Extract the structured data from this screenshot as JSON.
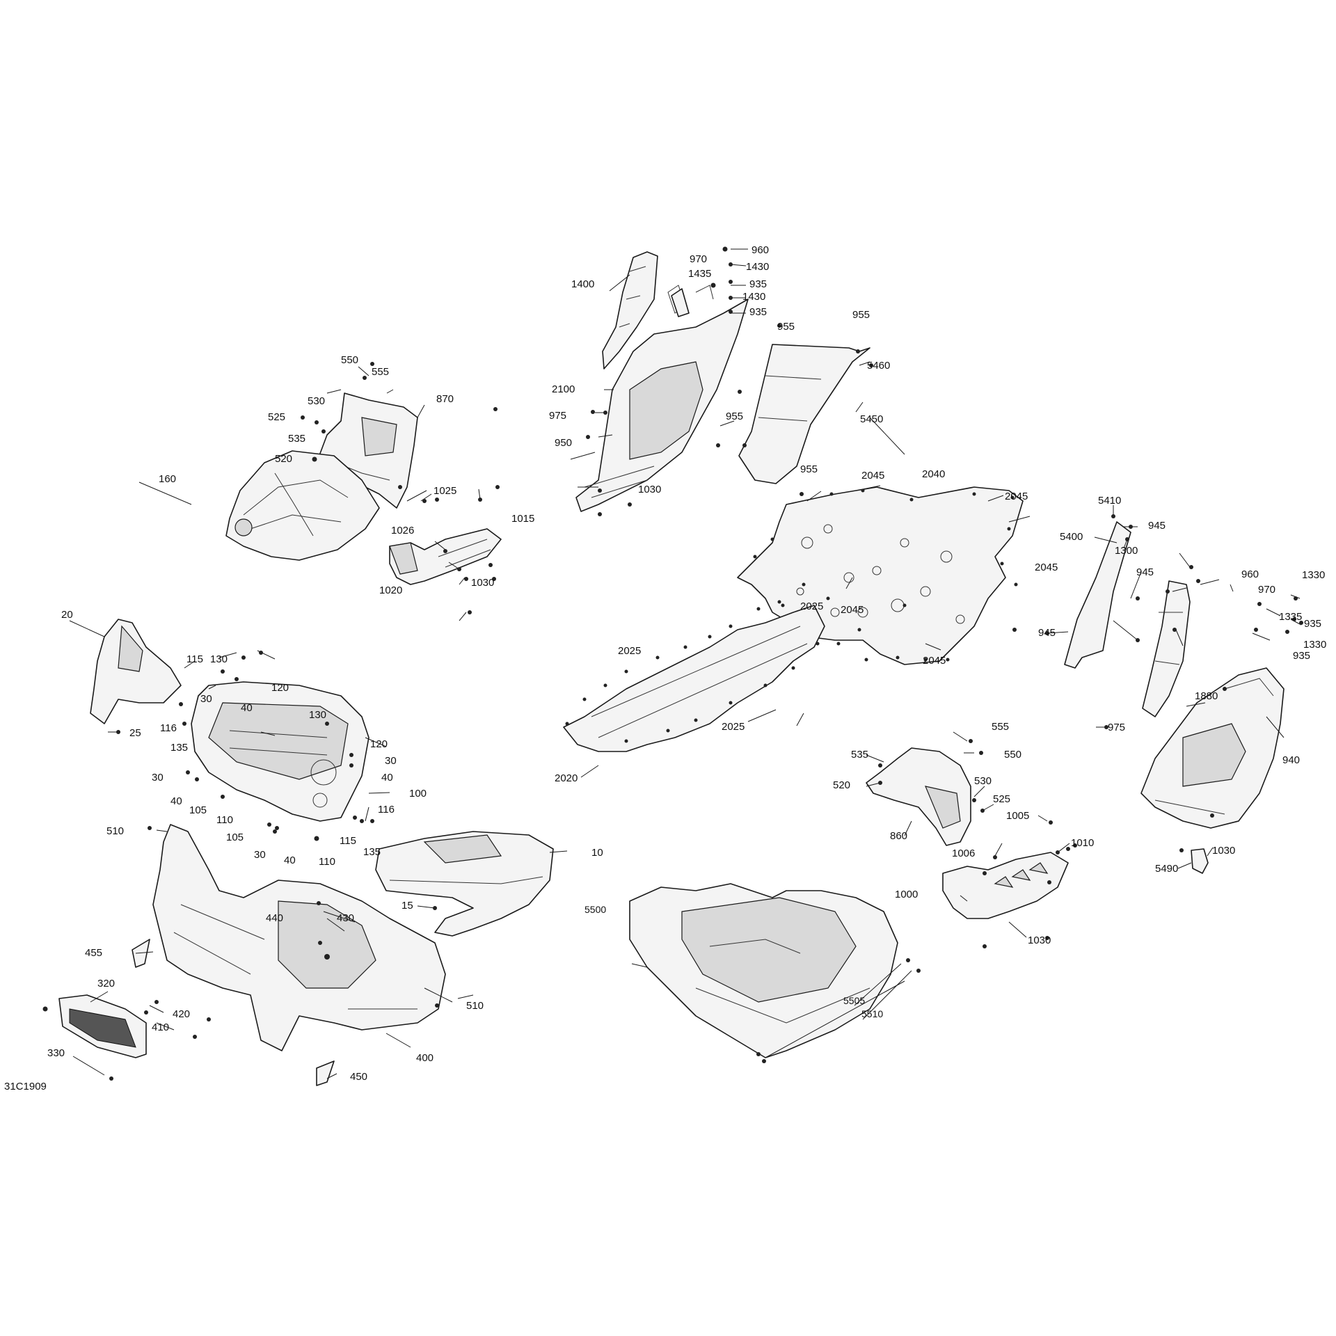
{
  "reference_code": "31C1909",
  "callouts": [
    {
      "key": "c10",
      "label": "10"
    },
    {
      "key": "c15",
      "label": "15"
    },
    {
      "key": "c20",
      "label": "20"
    },
    {
      "key": "c25",
      "label": "25"
    },
    {
      "key": "c30a",
      "label": "30"
    },
    {
      "key": "c30b",
      "label": "30"
    },
    {
      "key": "c30c",
      "label": "30"
    },
    {
      "key": "c30d",
      "label": "30"
    },
    {
      "key": "c40a",
      "label": "40"
    },
    {
      "key": "c40b",
      "label": "40"
    },
    {
      "key": "c40c",
      "label": "40"
    },
    {
      "key": "c40d",
      "label": "40"
    },
    {
      "key": "c100",
      "label": "100"
    },
    {
      "key": "c105a",
      "label": "105"
    },
    {
      "key": "c105b",
      "label": "105"
    },
    {
      "key": "c110a",
      "label": "110"
    },
    {
      "key": "c110b",
      "label": "110"
    },
    {
      "key": "c115a",
      "label": "115"
    },
    {
      "key": "c115b",
      "label": "115"
    },
    {
      "key": "c116a",
      "label": "116"
    },
    {
      "key": "c116b",
      "label": "116"
    },
    {
      "key": "c120a",
      "label": "120"
    },
    {
      "key": "c120b",
      "label": "120"
    },
    {
      "key": "c130a",
      "label": "130"
    },
    {
      "key": "c130b",
      "label": "130"
    },
    {
      "key": "c135a",
      "label": "135"
    },
    {
      "key": "c135b",
      "label": "135"
    },
    {
      "key": "c160",
      "label": "160"
    },
    {
      "key": "c320",
      "label": "320"
    },
    {
      "key": "c330",
      "label": "330"
    },
    {
      "key": "c400",
      "label": "400"
    },
    {
      "key": "c410",
      "label": "410"
    },
    {
      "key": "c420",
      "label": "420"
    },
    {
      "key": "c430",
      "label": "430"
    },
    {
      "key": "c440",
      "label": "440"
    },
    {
      "key": "c450",
      "label": "450"
    },
    {
      "key": "c455",
      "label": "455"
    },
    {
      "key": "c510a",
      "label": "510"
    },
    {
      "key": "c510b",
      "label": "510"
    },
    {
      "key": "c520a",
      "label": "520"
    },
    {
      "key": "c520b",
      "label": "520"
    },
    {
      "key": "c525a",
      "label": "525"
    },
    {
      "key": "c525b",
      "label": "525"
    },
    {
      "key": "c530a",
      "label": "530"
    },
    {
      "key": "c530b",
      "label": "530"
    },
    {
      "key": "c535a",
      "label": "535"
    },
    {
      "key": "c535b",
      "label": "535"
    },
    {
      "key": "c550a",
      "label": "550"
    },
    {
      "key": "c550b",
      "label": "550"
    },
    {
      "key": "c555a",
      "label": "555"
    },
    {
      "key": "c555b",
      "label": "555"
    },
    {
      "key": "c860",
      "label": "860"
    },
    {
      "key": "c870",
      "label": "870"
    },
    {
      "key": "c935a",
      "label": "935"
    },
    {
      "key": "c935b",
      "label": "935"
    },
    {
      "key": "c935c",
      "label": "935"
    },
    {
      "key": "c935d",
      "label": "935"
    },
    {
      "key": "c940",
      "label": "940"
    },
    {
      "key": "c945a",
      "label": "945"
    },
    {
      "key": "c945b",
      "label": "945"
    },
    {
      "key": "c945c",
      "label": "945"
    },
    {
      "key": "c950",
      "label": "950"
    },
    {
      "key": "c955a",
      "label": "955"
    },
    {
      "key": "c955b",
      "label": "955"
    },
    {
      "key": "c955c",
      "label": "955"
    },
    {
      "key": "c955d",
      "label": "955"
    },
    {
      "key": "c960a",
      "label": "960"
    },
    {
      "key": "c960b",
      "label": "960"
    },
    {
      "key": "c970a",
      "label": "970"
    },
    {
      "key": "c970b",
      "label": "970"
    },
    {
      "key": "c975a",
      "label": "975"
    },
    {
      "key": "c975b",
      "label": "975"
    },
    {
      "key": "c1000",
      "label": "1000"
    },
    {
      "key": "c1005",
      "label": "1005"
    },
    {
      "key": "c1006",
      "label": "1006"
    },
    {
      "key": "c1010",
      "label": "1010"
    },
    {
      "key": "c1015",
      "label": "1015"
    },
    {
      "key": "c1020",
      "label": "1020"
    },
    {
      "key": "c1025",
      "label": "1025"
    },
    {
      "key": "c1026",
      "label": "1026"
    },
    {
      "key": "c1030a",
      "label": "1030"
    },
    {
      "key": "c1030b",
      "label": "1030"
    },
    {
      "key": "c1030c",
      "label": "1030"
    },
    {
      "key": "c1030d",
      "label": "1030"
    },
    {
      "key": "c1300",
      "label": "1300"
    },
    {
      "key": "c1330a",
      "label": "1330"
    },
    {
      "key": "c1330b",
      "label": "1330"
    },
    {
      "key": "c1335",
      "label": "1335"
    },
    {
      "key": "c1400",
      "label": "1400"
    },
    {
      "key": "c1430a",
      "label": "1430"
    },
    {
      "key": "c1430b",
      "label": "1430"
    },
    {
      "key": "c1435",
      "label": "1435"
    },
    {
      "key": "c1880",
      "label": "1880"
    },
    {
      "key": "c2020",
      "label": "2020"
    },
    {
      "key": "c2025a",
      "label": "2025"
    },
    {
      "key": "c2025b",
      "label": "2025"
    },
    {
      "key": "c2025c",
      "label": "2025"
    },
    {
      "key": "c2040",
      "label": "2040"
    },
    {
      "key": "c2045a",
      "label": "2045"
    },
    {
      "key": "c2045b",
      "label": "2045"
    },
    {
      "key": "c2045c",
      "label": "2045"
    },
    {
      "key": "c2045d",
      "label": "2045"
    },
    {
      "key": "c2045e",
      "label": "2045"
    },
    {
      "key": "c2100",
      "label": "2100"
    },
    {
      "key": "c5400",
      "label": "5400"
    },
    {
      "key": "c5410",
      "label": "5410"
    },
    {
      "key": "c5450",
      "label": "5450"
    },
    {
      "key": "c5460",
      "label": "5460"
    },
    {
      "key": "c5490",
      "label": "5490"
    },
    {
      "key": "c5500",
      "label": "5500"
    },
    {
      "key": "c5505",
      "label": "5505"
    },
    {
      "key": "c5510",
      "label": "5510"
    }
  ]
}
